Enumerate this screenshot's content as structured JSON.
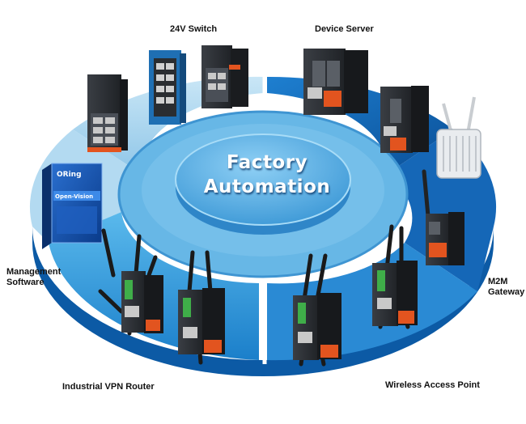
{
  "center": {
    "line1": "Factory",
    "line2": "Automation"
  },
  "segments": {
    "switch": "24V Switch",
    "device_server": "Device Server",
    "management_line1": "Management",
    "management_line2": "Software",
    "m2m_line1": "M2M",
    "m2m_line2": "Gateway",
    "vpn_router": "Industrial VPN Router",
    "access_point": "Wireless Access Point"
  },
  "product_box": {
    "brand": "ORing",
    "product": "Open-Vision"
  },
  "colors": {
    "light_blue": "#a9d3ec",
    "mid_blue": "#3ea0dd",
    "deep_blue": "#0f67b5",
    "hub": "#5ab2e6",
    "device_dark": "#2b2e33",
    "device_orange": "#e2541f"
  }
}
